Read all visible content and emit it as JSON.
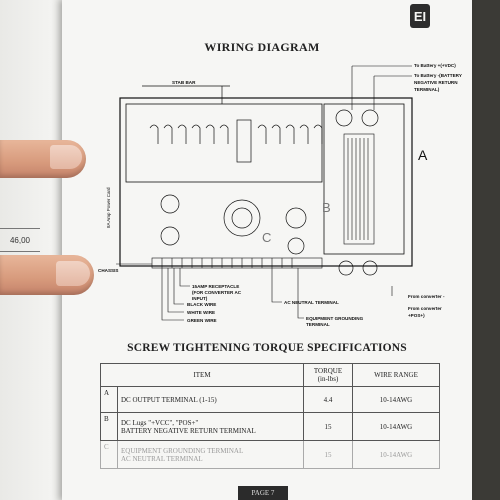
{
  "ruler": {
    "mark": "46,00"
  },
  "logo": {
    "text": "EI"
  },
  "header": {
    "title": "WIRING DIAGRAM"
  },
  "diagram": {
    "labels": {
      "stab_bar": "STAB BAR",
      "to_battery_vdc": "To Battery +(+VDC)",
      "to_battery_neg_1": "To Battery -(BATTERY",
      "to_battery_neg_2": "NEGATIVE RETURN",
      "to_battery_neg_3": "TERMINAL)",
      "side_label": "8A Amp Power Card",
      "chassis": "CHASSIS",
      "callout_a": "A",
      "callout_b": "B",
      "callout_c": "C",
      "recep_1": "15AMP RECEPTACLE",
      "recep_2": "(FOR CONVERTER AC",
      "recep_3": "INPUT)",
      "black_wire": "BLACK WIRE",
      "white_wire": "WHITE WIRE",
      "green_wire": "GREEN WIRE",
      "ac_neutral": "AC NEUTRAL TERMINAL",
      "equip_ground_1": "EQUIPMENT GROUNDING",
      "equip_ground_2": "TERMINAL",
      "from_conv_neg": "From converter -",
      "from_conv_pos_1": "From converter",
      "from_conv_pos_2": "+POS+)"
    }
  },
  "torque": {
    "title": "SCREW TIGHTENING TORQUE SPECIFICATIONS",
    "headers": {
      "item": "ITEM",
      "torque_1": "TORQUE",
      "torque_2": "(in-lbs)",
      "wire_range": "WIRE RANGE"
    },
    "rows": [
      {
        "letter": "A",
        "item_1": "DC OUTPUT TERMINAL (1-15)",
        "item_2": "",
        "torque": "4.4",
        "range": "10-14AWG"
      },
      {
        "letter": "B",
        "item_1": "DC Lugs \"+VCC\", \"POS+\"",
        "item_2": "BATTERY NEGATIVE RETURN TERMINAL",
        "torque": "15",
        "range": "10-14AWG"
      },
      {
        "letter": "C",
        "item_1": "EQUIPMENT GROUNDING TERMINAL",
        "item_2": "AC NEUTRAL TERMINAL",
        "torque": "15",
        "range": "10-14AWG"
      }
    ]
  },
  "footer": {
    "page": "PAGE 7"
  }
}
